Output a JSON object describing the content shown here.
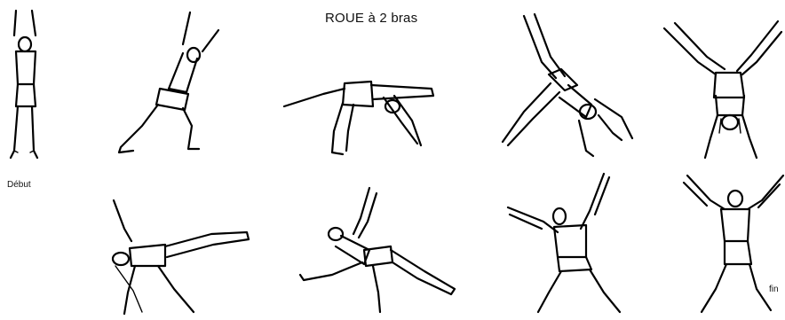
{
  "title": "ROUE à 2 bras",
  "start_label": "Début",
  "end_label": "fin",
  "figures": [
    {
      "icon": "standing-arms-up-figure"
    },
    {
      "icon": "lunge-reaching-figure"
    },
    {
      "icon": "hands-down-leg-raised-figure"
    },
    {
      "icon": "cartwheel-inverted-figure"
    },
    {
      "icon": "handstand-straddle-figure"
    },
    {
      "icon": "one-hand-support-leg-raised-figure"
    },
    {
      "icon": "side-landing-figure"
    },
    {
      "icon": "lunge-arms-up-figure"
    },
    {
      "icon": "star-standing-figure"
    }
  ]
}
